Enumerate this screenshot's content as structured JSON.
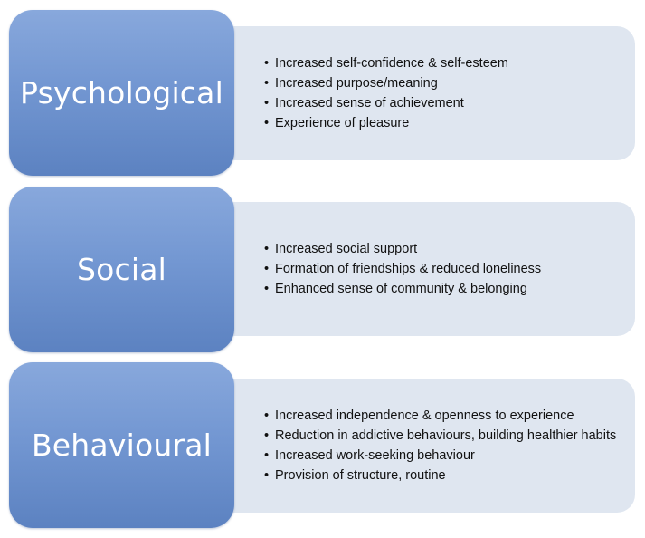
{
  "rows": [
    {
      "label": "Psychological",
      "points": [
        "Increased self-confidence & self-esteem",
        "Increased purpose/meaning",
        "Increased sense of achievement",
        "Experience of pleasure"
      ]
    },
    {
      "label": "Social",
      "points": [
        "Increased social support",
        "Formation of friendships & reduced loneliness",
        "Enhanced sense of community & belonging"
      ]
    },
    {
      "label": "Behavioural",
      "points": [
        "Increased independence & openness to experience",
        "Reduction in addictive behaviours, building healthier habits",
        "Increased work-seeking behaviour",
        "Provision of structure, routine"
      ]
    }
  ],
  "colors": {
    "category_fill": "#7397d2",
    "detail_fill": "#dfe6f0",
    "category_text": "#ffffff",
    "detail_text": "#111111"
  }
}
